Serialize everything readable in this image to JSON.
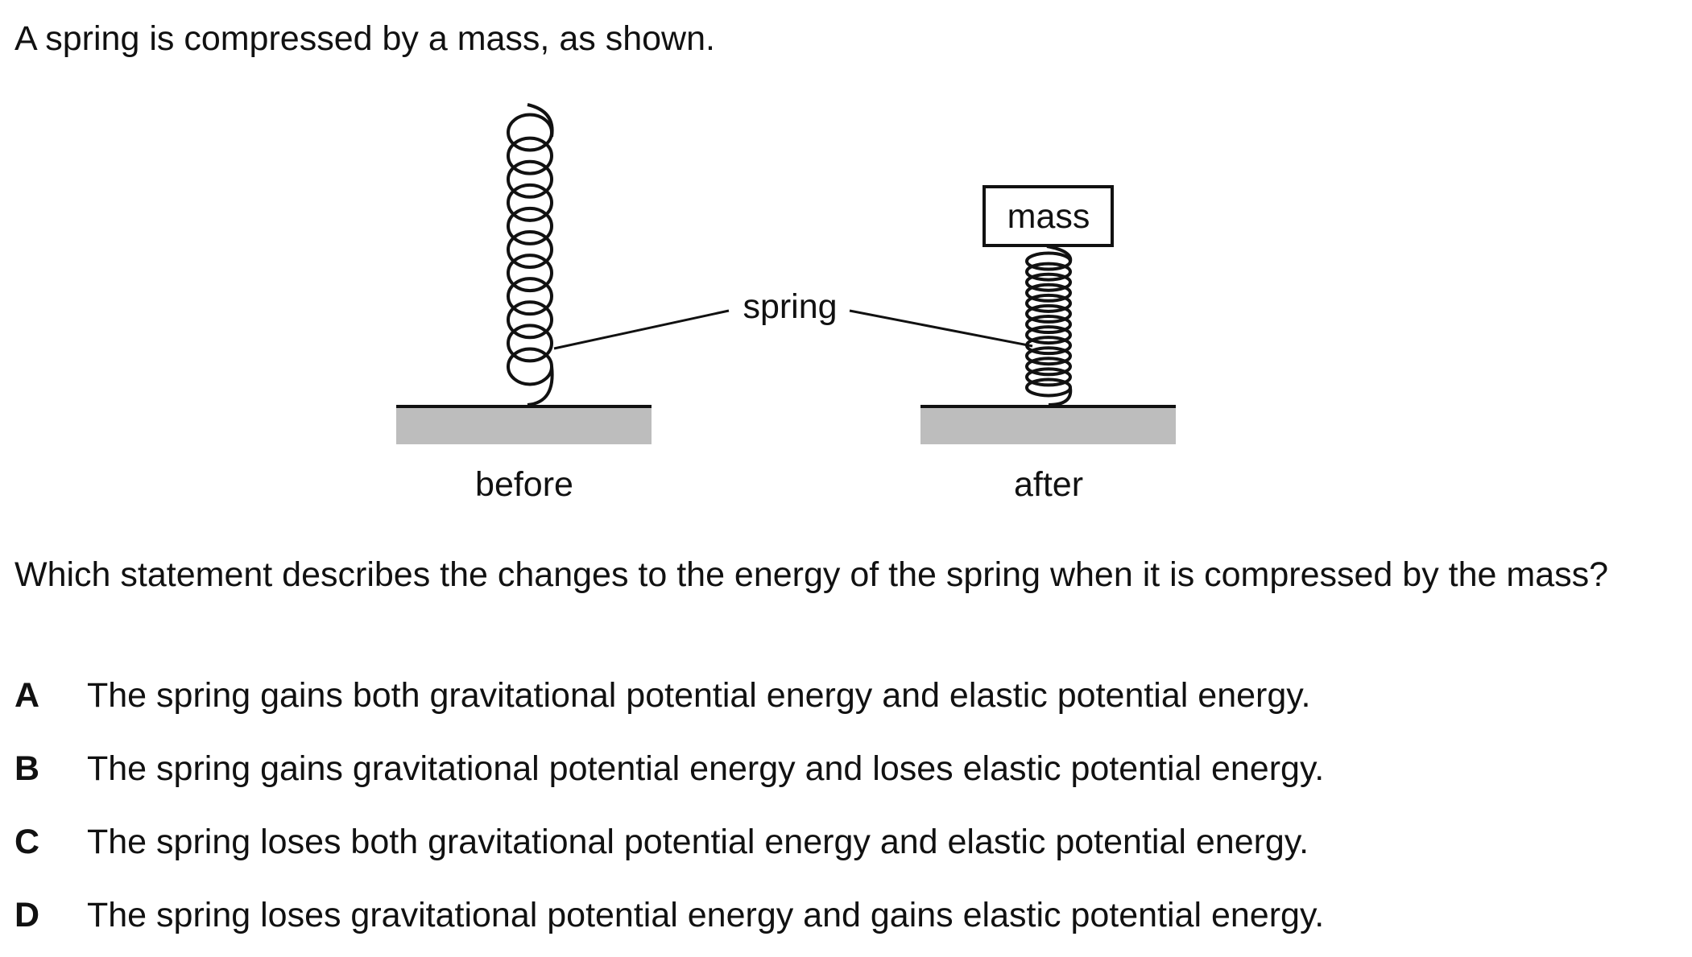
{
  "intro": "A spring is compressed by a mass, as shown.",
  "diagram": {
    "label_mass": "mass",
    "label_spring": "spring",
    "label_before": "before",
    "label_after": "after"
  },
  "question": "Which statement describes the changes to the energy of the spring when it is compressed by the mass?",
  "options": [
    {
      "letter": "A",
      "text": "The spring gains both gravitational potential energy and elastic potential energy."
    },
    {
      "letter": "B",
      "text": "The spring gains gravitational potential energy and loses elastic potential energy."
    },
    {
      "letter": "C",
      "text": "The spring loses both gravitational potential energy and elastic potential energy."
    },
    {
      "letter": "D",
      "text": "The spring loses gravitational potential energy and gains elastic potential energy."
    }
  ]
}
